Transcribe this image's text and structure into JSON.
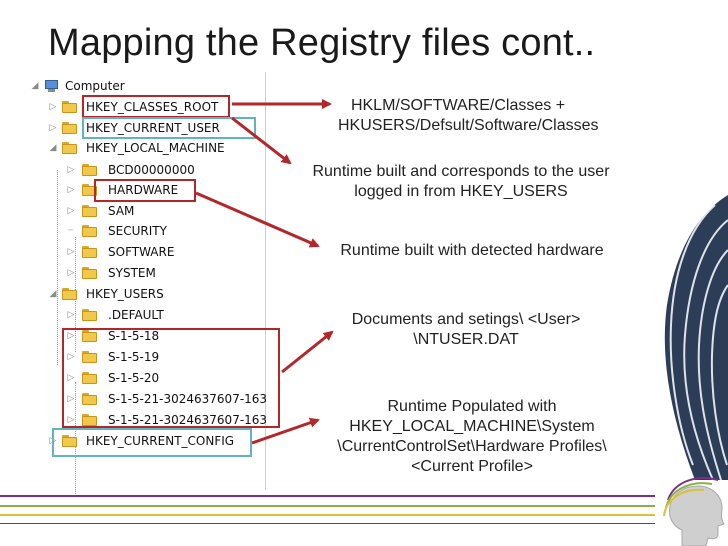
{
  "title": "Mapping the Registry files cont..",
  "tree": {
    "root": "Computer",
    "hives": [
      {
        "label": "HKEY_CLASSES_ROOT"
      },
      {
        "label": "HKEY_CURRENT_USER"
      },
      {
        "label": "HKEY_LOCAL_MACHINE",
        "children": [
          "BCD00000000",
          "HARDWARE",
          "SAM",
          "SECURITY",
          "SOFTWARE",
          "SYSTEM"
        ]
      },
      {
        "label": "HKEY_USERS",
        "children": [
          ".DEFAULT",
          "S-1-5-18",
          "S-1-5-19",
          "S-1-5-20",
          "S-1-5-21-3024637607-163",
          "S-1-5-21-3024637607-163"
        ]
      },
      {
        "label": "HKEY_CURRENT_CONFIG"
      }
    ]
  },
  "annotations": {
    "classes_root": [
      "HKLM/SOFTWARE/Classes +",
      "HKUSERS/Defsult/Software/Classes"
    ],
    "current_user": [
      "Runtime built and corresponds to the user",
      "logged in from HKEY_USERS"
    ],
    "hardware": [
      "Runtime built with detected hardware"
    ],
    "users": [
      "Documents and setings\\ <User>",
      "\\NTUSER.DAT"
    ],
    "current_config": [
      "Runtime Populated with",
      "HKEY_LOCAL_MACHINE\\System",
      "\\CurrentControlSet\\Hardware Profiles\\",
      "<Current Profile>"
    ]
  },
  "colors": {
    "highlight_red": "#b3262a",
    "highlight_blue": "#5fb3c4",
    "folder": "#f2c84b",
    "stripe_purple": "#7b2f86",
    "stripe_green": "#8ab04a",
    "stripe_yellow": "#d8c238"
  }
}
